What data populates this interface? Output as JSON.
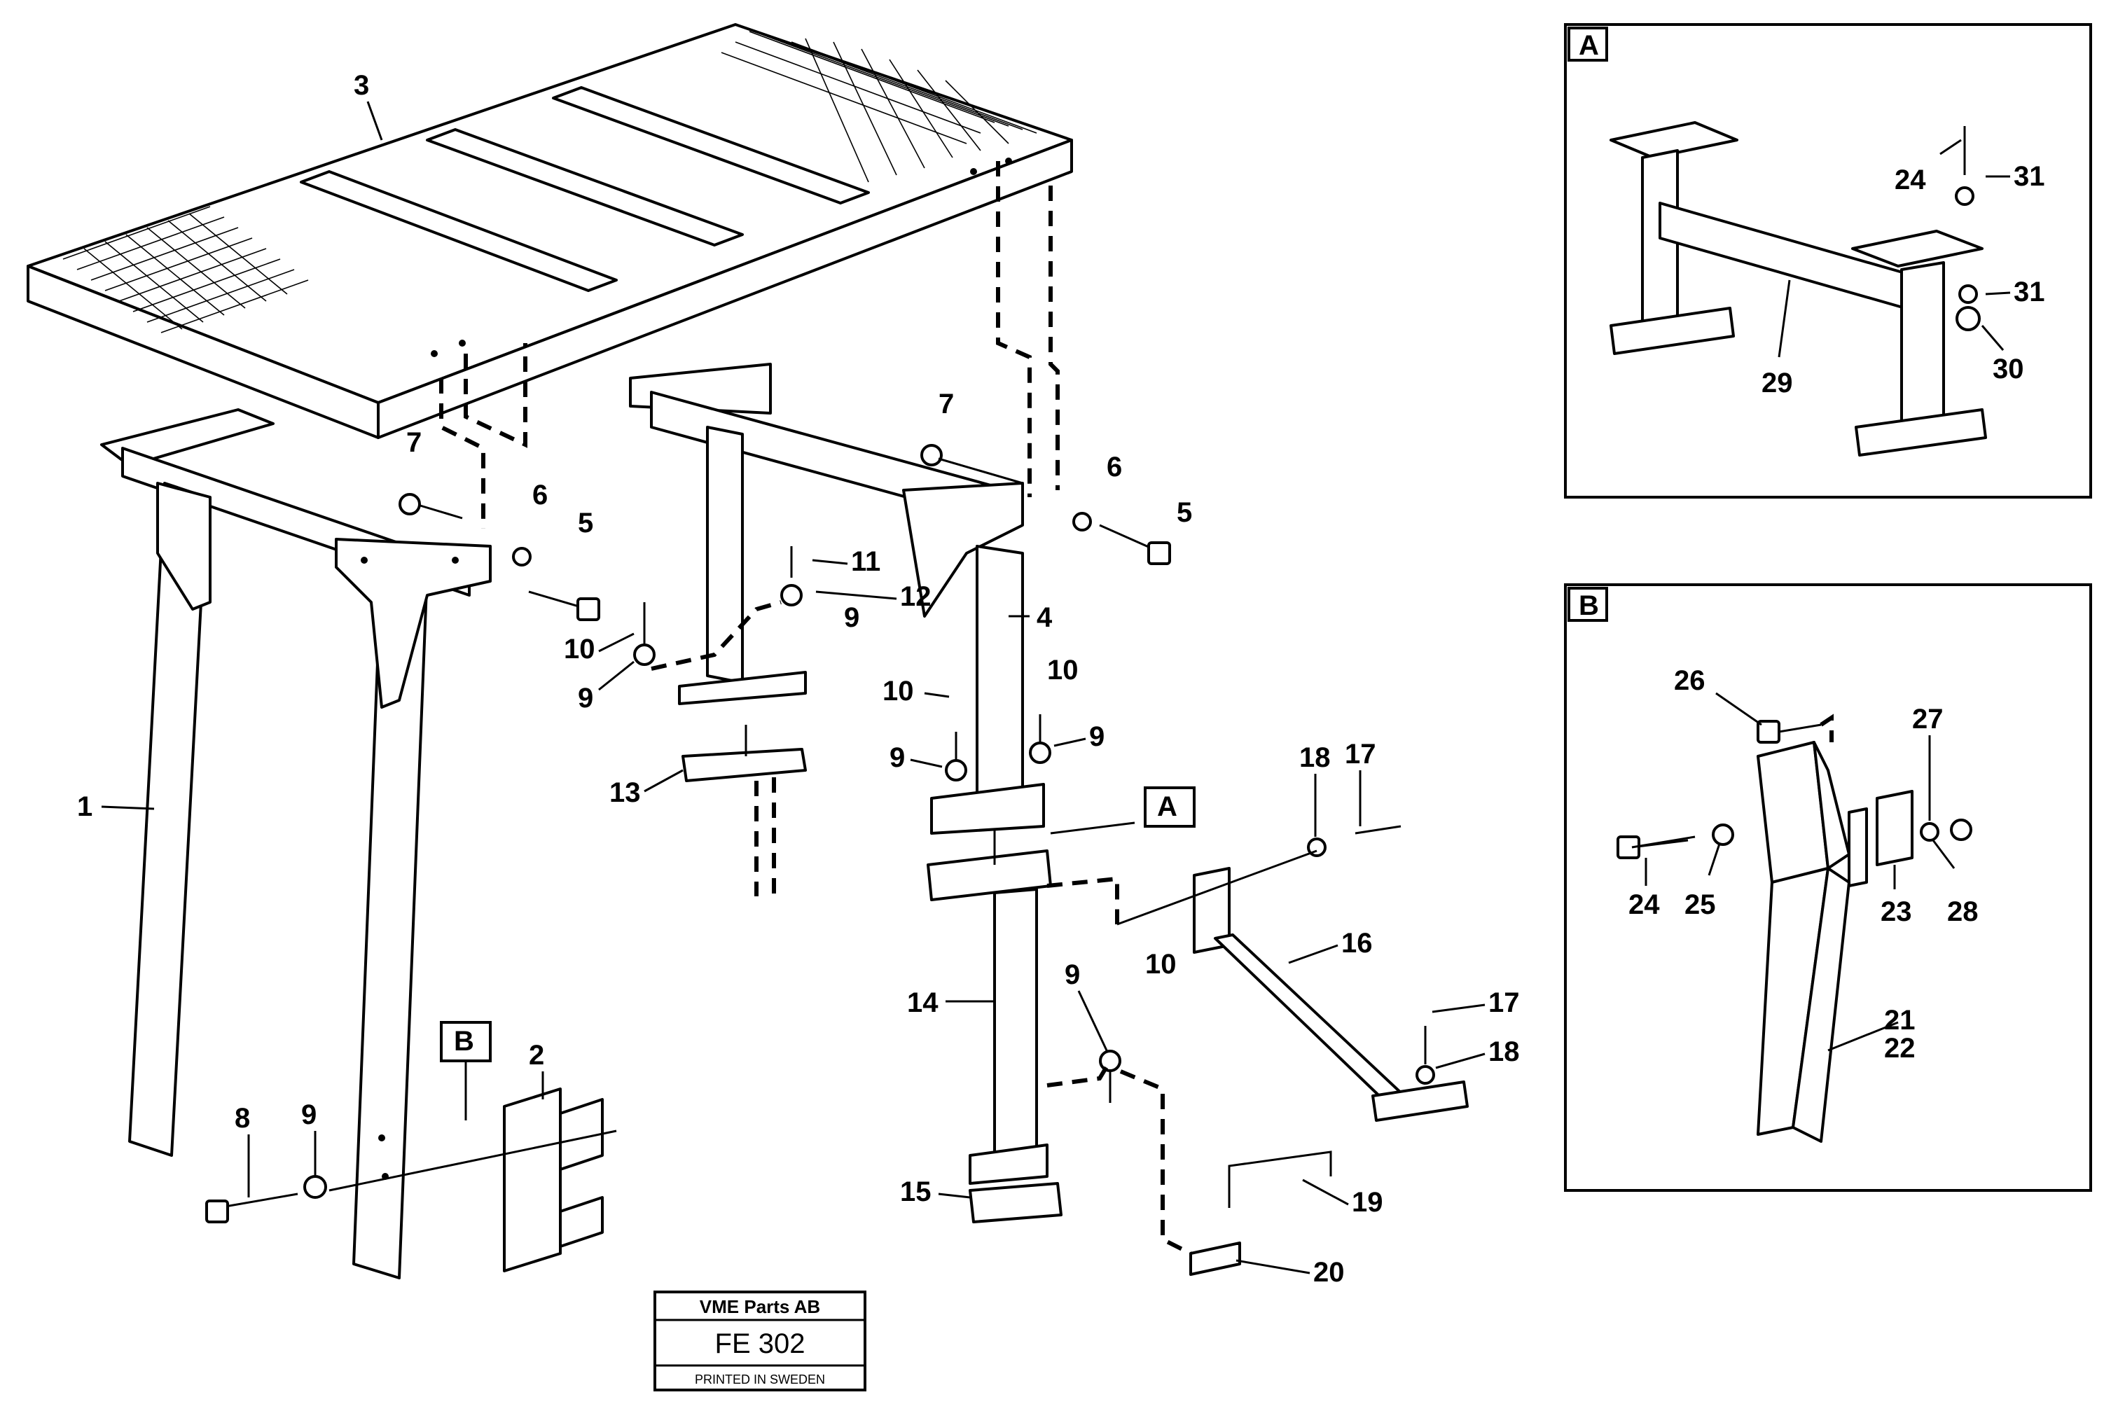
{
  "labels": {
    "n1": "1",
    "n2": "2",
    "n3": "3",
    "n4": "4",
    "n5": "5",
    "n6": "6",
    "n7": "7",
    "n8": "8",
    "n9": "9",
    "n10": "10",
    "n11": "11",
    "n12": "12",
    "n13": "13",
    "n14": "14",
    "n15": "15",
    "n16": "16",
    "n17": "17",
    "n18": "18",
    "n19": "19",
    "n20": "20",
    "n21": "21",
    "n22": "22",
    "n23": "23",
    "n24": "24",
    "n25": "25",
    "n26": "26",
    "n27": "27",
    "n28": "28",
    "n29": "29",
    "n30": "30",
    "n31": "31"
  },
  "detail_markers": {
    "a": "A",
    "b": "B"
  },
  "title_block": {
    "company": "VME Parts AB",
    "code": "FE 302",
    "printed": "PRINTED IN SWEDEN"
  }
}
